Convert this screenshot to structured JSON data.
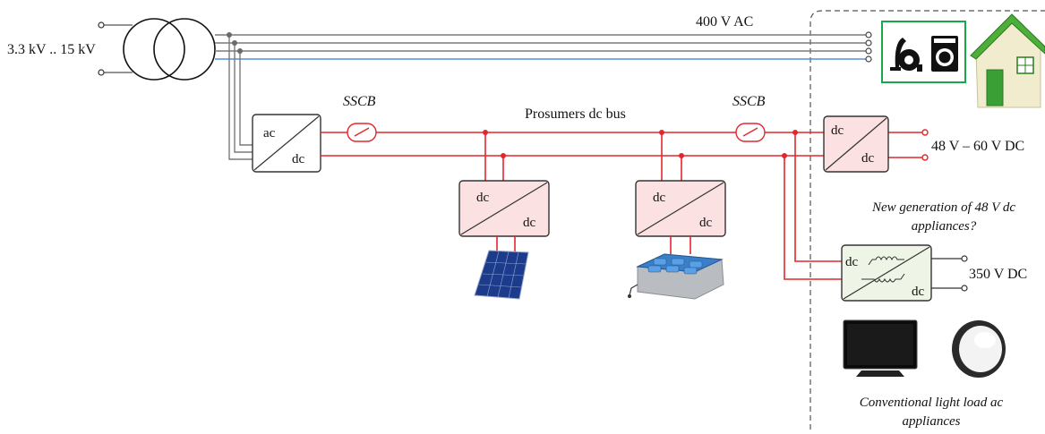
{
  "labels": {
    "mv_voltage": "3.3 kV .. 15 kV",
    "lv_voltage": "400 V AC",
    "sscb_left": "SSCB",
    "sscb_right": "SSCB",
    "dc_bus": "Prosumers dc bus",
    "out_48v": "48 V – 60 V DC",
    "out_350v": "350 V DC",
    "dc_appliances_line1": "New generation of 48 V dc",
    "dc_appliances_line2": "appliances?",
    "ac_appliances_line1": "Conventional light load ac",
    "ac_appliances_line2": "appliances"
  },
  "converters": {
    "main": {
      "top": "ac",
      "bottom": "dc"
    },
    "pv": {
      "top": "dc",
      "bottom": "dc"
    },
    "battery": {
      "top": "dc",
      "bottom": "dc"
    },
    "low_voltage_dc": {
      "top": "dc",
      "bottom": "dc"
    },
    "isolated_dc": {
      "top": "dc",
      "bottom": "dc"
    }
  },
  "icons": {
    "transformer": "transformer-icon",
    "solar_panel": "solar-panel-icon",
    "battery_pack": "battery-pack-icon",
    "vacuum_cleaner": "vacuum-cleaner-icon",
    "washing_machine": "washing-machine-icon",
    "house": "house-icon",
    "television": "television-icon",
    "lamp": "ceiling-lamp-icon"
  },
  "colors": {
    "ac_lines": "#7a7a7a",
    "neutral_line": "#5b8fd6",
    "dc_bus": "#e3262b",
    "converter_fill": "#fbe1e1",
    "appliance_frame": "#1aa64a",
    "household_boundary": "#555555"
  }
}
